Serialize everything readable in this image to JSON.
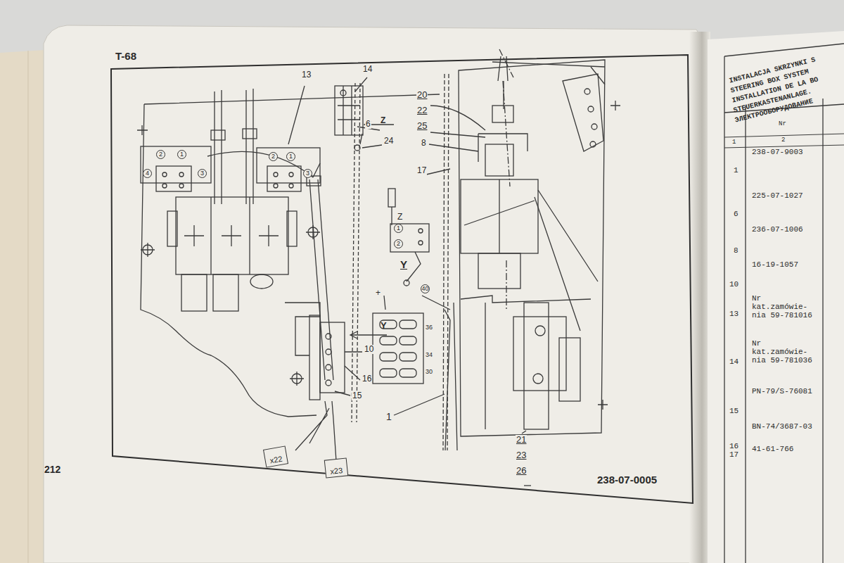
{
  "diagram": {
    "nodes": [
      {
        "text": [
          "x22"
        ]
      },
      {
        "text": [
          "x23"
        ]
      }
    ],
    "labels": [
      "T-68",
      "212",
      "238-07-0005",
      "13",
      "14",
      "Z",
      "6",
      "24",
      "20",
      "22",
      "25",
      "8",
      "17",
      "Z",
      "1",
      "2",
      "Y",
      "Y",
      "10",
      "16",
      "15",
      "1",
      "+",
      "40",
      "36",
      "34",
      "30",
      "21",
      "23",
      "26",
      "2",
      "1",
      "4",
      "3",
      "2",
      "1",
      "3",
      "INSTALACJA SKRZYNKI S",
      "STEERING BOX SYSTEM",
      "INSTALLATION DE LA BO",
      "STEUERKASTENANLAGE.",
      "ЭЛЕКТРООБОРУДОВАНИЕ",
      "Nr",
      "1",
      "2",
      "1",
      "238-07-9003",
      "6",
      "225-07-1027",
      "8",
      "236-07-1006",
      "10",
      "16-19-1057",
      "13",
      "Nr kat.zamówie-nia 59-781016",
      "14",
      "Nr kat.zamówie-nia 59-781036",
      "15",
      "PN-79/S-76081",
      "16",
      "BN-74/3687-03",
      "17",
      "41-61-766"
    ]
  }
}
